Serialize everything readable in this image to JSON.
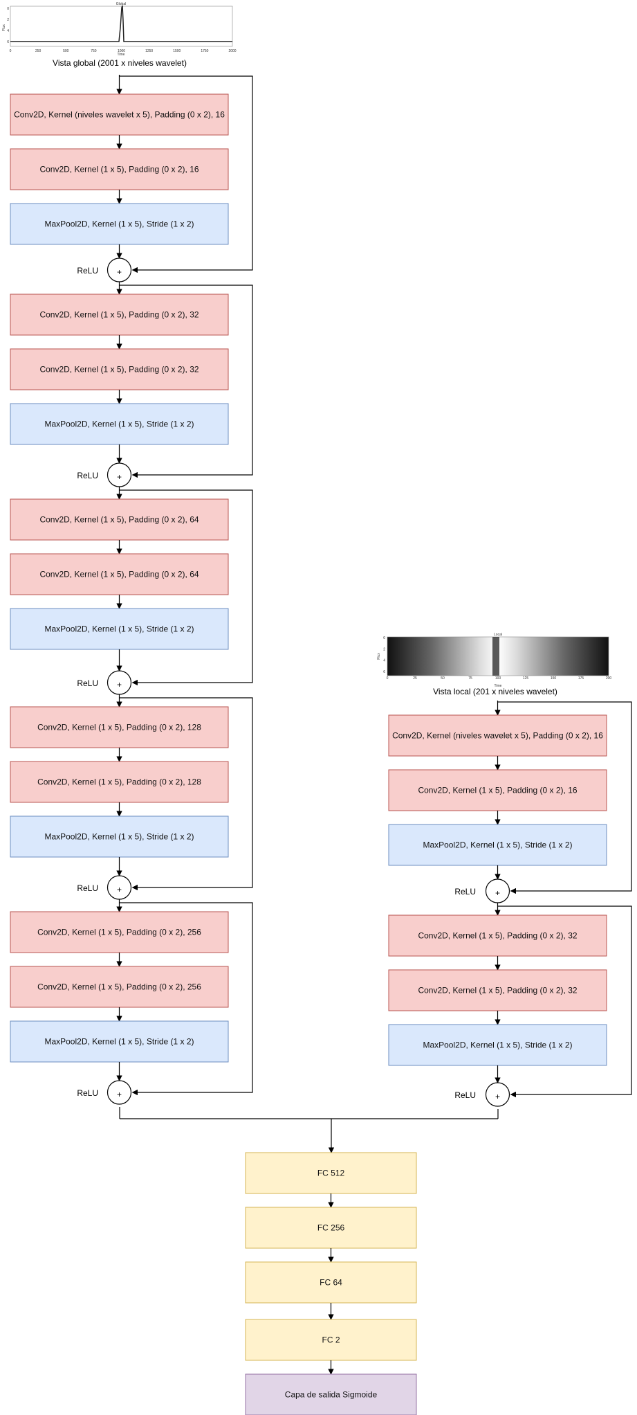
{
  "global_view": {
    "plot_title": "Global",
    "y_axis_label": "Flux",
    "x_axis_label": "Time",
    "x_ticks": [
      "0",
      "250",
      "500",
      "750",
      "1000",
      "1250",
      "1500",
      "1750",
      "2000"
    ],
    "y_ticks": [
      "0",
      "2",
      "4",
      "6"
    ],
    "caption": "Vista global (2001 x niveles wavelet)",
    "global_blocks": [
      [
        "Conv2D, Kernel (niveles wavelet x 5), Padding (0 x 2), 16",
        "Conv2D, Kernel (1 x 5), Padding (0 x 2), 16",
        "MaxPool2D, Kernel (1 x 5), Stride (1 x 2)"
      ],
      [
        "Conv2D, Kernel (1 x 5), Padding (0 x 2), 32",
        "Conv2D, Kernel (1 x 5), Padding (0 x 2), 32",
        "MaxPool2D, Kernel (1 x 5), Stride (1 x 2)"
      ],
      [
        "Conv2D, Kernel (1 x 5), Padding (0 x 2), 64",
        "Conv2D, Kernel (1 x 5), Padding (0 x 2), 64",
        "MaxPool2D, Kernel (1 x 5), Stride (1 x 2)"
      ],
      [
        "Conv2D, Kernel (1 x 5), Padding (0 x 2), 128",
        "Conv2D, Kernel (1 x 5), Padding (0 x 2), 128",
        "MaxPool2D, Kernel (1 x 5), Stride (1 x 2)"
      ],
      [
        "Conv2D, Kernel (1 x 5), Padding (0 x 2), 256",
        "Conv2D, Kernel (1 x 5), Padding (0 x 2), 256",
        "MaxPool2D, Kernel (1 x 5), Stride (1 x 2)"
      ]
    ]
  },
  "local_view": {
    "plot_title": "Local",
    "y_axis_label": "Flux",
    "x_axis_label": "Time",
    "x_ticks": [
      "0",
      "25",
      "50",
      "75",
      "100",
      "125",
      "150",
      "175",
      "200"
    ],
    "y_ticks": [
      "0",
      "2",
      "4",
      "6"
    ],
    "caption": "Vista local (201 x niveles wavelet)",
    "local_blocks": [
      [
        "Conv2D, Kernel (niveles wavelet x 5), Padding (0 x 2), 16",
        "Conv2D, Kernel (1 x 5), Padding (0 x 2), 16",
        "MaxPool2D, Kernel (1 x 5), Stride (1 x 2)"
      ],
      [
        "Conv2D, Kernel (1 x 5), Padding (0 x 2), 32",
        "Conv2D, Kernel (1 x 5), Padding (0 x 2), 32",
        "MaxPool2D, Kernel (1 x 5), Stride (1 x 2)"
      ]
    ]
  },
  "relu_label": "ReLU",
  "plus_symbol": "+",
  "head_layers": [
    "FC 512",
    "FC 256",
    "FC 64",
    "FC 2"
  ],
  "output_layer": "Capa de salida Sigmoide",
  "colors": {
    "conv_fill": "#f8cecc",
    "conv_stroke": "#b85450",
    "pool_fill": "#dae8fc",
    "pool_stroke": "#6c8ebf",
    "fc_fill": "#fff2cc",
    "fc_stroke": "#d6b656",
    "out_fill": "#e1d5e7",
    "out_stroke": "#9673a6",
    "line": "#000000"
  }
}
